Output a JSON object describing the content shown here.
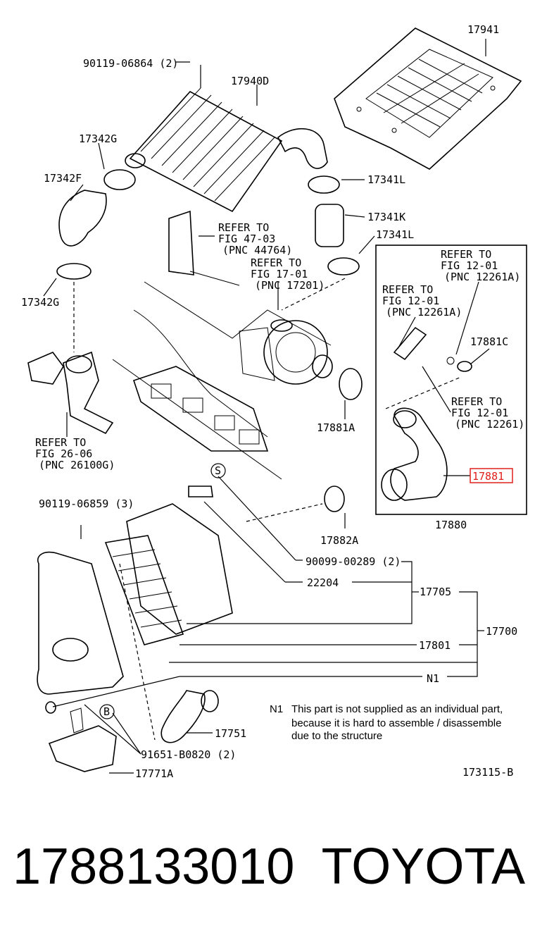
{
  "diagram": {
    "labels": {
      "p17941": "17941",
      "p90119_06864": "90119-06864 (2)",
      "p17940D": "17940D",
      "p17342G_top": "17342G",
      "p17342F": "17342F",
      "p17341L_top": "17341L",
      "p17341K": "17341K",
      "p17341L_mid": "17341L",
      "p17342G_bottom": "17342G",
      "p17881C": "17881C",
      "p17881A": "17881A",
      "p17881": "17881",
      "p17880": "17880",
      "p90119_06859": "90119-06859 (3)",
      "p17882A": "17882A",
      "p90099_00289": "90099-00289 (2)",
      "p22204": "22204",
      "p17705": "17705",
      "p17700": "17700",
      "p17801": "17801",
      "pN1": "N1",
      "p17751": "17751",
      "p91651": "91651-B0820 (2)",
      "p17771A": "17771A",
      "callout_S": "S",
      "callout_B": "B",
      "code": "173115-B"
    },
    "refs": {
      "fig47": {
        "l1": "REFER TO",
        "l2": "FIG 47-03",
        "l3": "(PNC 44764)"
      },
      "fig17": {
        "l1": "REFER TO",
        "l2": "FIG 17-01",
        "l3": "(PNC 17201)"
      },
      "fig12a": {
        "l1": "REFER TO",
        "l2": "FIG 12-01",
        "l3": "(PNC 12261A)"
      },
      "fig12b": {
        "l1": "REFER TO",
        "l2": "FIG 12-01",
        "l3": "(PNC 12261A)"
      },
      "fig12c": {
        "l1": "REFER TO",
        "l2": "FIG 12-01",
        "l3": "(PNC 12261)"
      },
      "fig26": {
        "l1": "REFER TO",
        "l2": "FIG 26-06",
        "l3": "(PNC 26100G)"
      }
    },
    "note": {
      "tag": "N1",
      "line1": "This part is not supplied as an individual part,",
      "line2": "because it is hard to assemble / disassemble",
      "line3": "due to the structure"
    },
    "highlight_color": "#e0201b"
  },
  "footer": {
    "part_number": "1788133010",
    "brand": "TOYOTA"
  }
}
